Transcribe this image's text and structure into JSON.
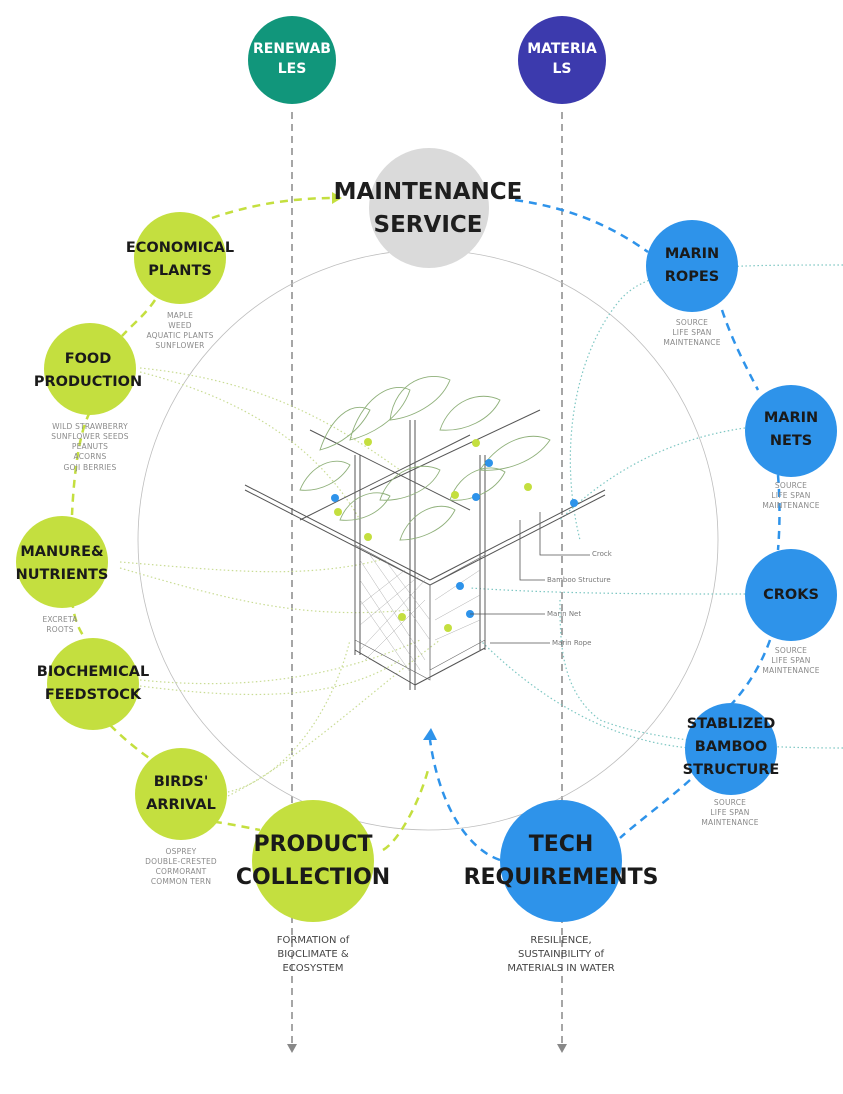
{
  "columns": {
    "renewables": {
      "label_line1": "RENEWAB",
      "label_line2": "LES",
      "color": "#11967b"
    },
    "materials": {
      "label_line1": "MATERIA",
      "label_line2": "LS",
      "color": "#3c3aad"
    }
  },
  "center": {
    "maintenance": {
      "line1": "MAINTENANCE",
      "line2": "SERVICE"
    },
    "product": {
      "line1": "PRODUCT",
      "line2": "COLLECTION",
      "note": [
        "FORMATION of",
        "BIOCLIMATE &",
        "ECOSYSTEM"
      ]
    },
    "tech": {
      "line1": "TECH",
      "line2": "REQUIREMENTS",
      "note": [
        "RESILIENCE,",
        "SUSTAINBILITY of",
        "MATERIALS IN WATER"
      ]
    }
  },
  "renewable_nodes": [
    {
      "line1": "ECONOMICAL",
      "line2": "PLANTS",
      "sub": [
        "MAPLE",
        "WEED",
        "AQUATIC PLANTS",
        "SUNFLOWER"
      ]
    },
    {
      "line1": "FOOD",
      "line2": "PRODUCTION",
      "sub": [
        "WILD STRAWBERRY",
        "SUNFLOWER SEEDS",
        "PEANUTS",
        "ACORNS",
        "GOJI BERRIES"
      ]
    },
    {
      "line1": "MANURE&",
      "line2": "NUTRIENTS",
      "sub": [
        "EXCRETA",
        "ROOTS"
      ]
    },
    {
      "line1": "BIOCHEMICAL",
      "line2": "FEEDSTOCK",
      "sub": []
    },
    {
      "line1": "BIRDS'",
      "line2": "ARRIVAL",
      "sub": [
        "OSPREY",
        "DOUBLE-CRESTED",
        "CORMORANT",
        "COMMON TERN"
      ]
    }
  ],
  "material_nodes": [
    {
      "line1": "MARIN",
      "line2": "ROPES",
      "line3": "",
      "sub": [
        "SOURCE",
        "LIFE SPAN",
        "MAINTENANCE"
      ]
    },
    {
      "line1": "MARIN",
      "line2": "NETS",
      "line3": "",
      "sub": [
        "SOURCE",
        "LIFE SPAN",
        "MAINTENANCE"
      ]
    },
    {
      "line1": "CROKS",
      "line2": "",
      "line3": "",
      "sub": [
        "SOURCE",
        "LIFE SPAN",
        "MAINTENANCE"
      ]
    },
    {
      "line1": "STABLIZED",
      "line2": "BAMBOO",
      "line3": "STRUCTURE",
      "sub": [
        "SOURCE",
        "LIFE SPAN",
        "MAINTENANCE"
      ]
    }
  ],
  "callouts": [
    "Crock",
    "Bamboo Structure",
    "Marin Net",
    "Marin Rope"
  ],
  "colors": {
    "renewable": "#c4df3f",
    "material": "#2e93ea",
    "maintenance": "#dadada",
    "dashed_green": "#c4df3f",
    "dashed_blue": "#2e93ea"
  }
}
